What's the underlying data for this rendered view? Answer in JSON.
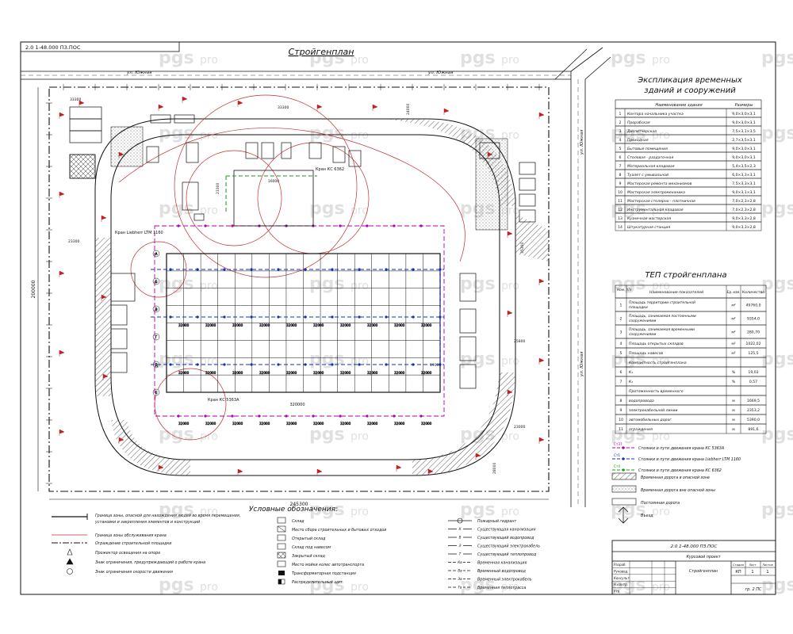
{
  "header": {
    "stamp": "2.0 1-48.000 ПЗ.ПОС",
    "title": "Стройгенплан"
  },
  "watermark": {
    "brand": "pgs",
    "suffix": "pro"
  },
  "streets": {
    "top": "ул. Южная",
    "right": "ул. Южная"
  },
  "explication": {
    "title_line1": "Экспликация временных",
    "title_line2": "зданий и сооружений",
    "col_name": "Наименование здания",
    "col_size": "Размеры",
    "rows": [
      {
        "n": "1",
        "name": "Контора начальника участка",
        "size": "9,0×3,0×3,1"
      },
      {
        "n": "2",
        "name": "Прорабская",
        "size": "9,0×3,0×3,1"
      },
      {
        "n": "3",
        "name": "Диспетчерская",
        "size": "7,5×3,1×3,5"
      },
      {
        "n": "4",
        "name": "Проходная",
        "size": "2,7×3,5×3,1"
      },
      {
        "n": "5",
        "name": "Бытовые помещения",
        "size": "9,0×3,0×3,1"
      },
      {
        "n": "6",
        "name": "Столовая - раздаточная",
        "size": "9,0×3,0×3,1"
      },
      {
        "n": "7",
        "name": "Материальная кладовая",
        "size": "5,4×3,5×2,3"
      },
      {
        "n": "8",
        "name": "Туалет с умывальной",
        "size": "6,0×3,3×3,1"
      },
      {
        "n": "9",
        "name": "Мастерская ремонта механизмов",
        "size": "7,5×3,3×3,1"
      },
      {
        "n": "10",
        "name": "Мастерская электромеханика",
        "size": "9,0×3,1×3,1"
      },
      {
        "n": "11",
        "name": "Мастерская столярно - плотничная",
        "size": "7,0×2,3×2,8"
      },
      {
        "n": "12",
        "name": "Инструментальная кладовая",
        "size": "7,0×2,3×2,8"
      },
      {
        "n": "13",
        "name": "Кузнечная мастерская",
        "size": "9,0×3,3×2,8"
      },
      {
        "n": "14",
        "name": "Штукатурная станция",
        "size": "9,0×3,3×2,8"
      }
    ]
  },
  "tep": {
    "title": "ТЕП стройгенплана",
    "col_num": "Ном. п/п",
    "col_name": "Наименование показателей",
    "col_unit": "Ед. изм.",
    "col_qty": "Количество",
    "rows": [
      {
        "n": "1",
        "name": "Площадь территории строительной площадки",
        "unit": "м²",
        "qty": "49760,0"
      },
      {
        "n": "2",
        "name": "Площадь, занимаемая постоянными сооружениями",
        "unit": "м²",
        "qty": "9354,0"
      },
      {
        "n": "3",
        "name": "Площадь, занимаемая временными сооружениями",
        "unit": "м²",
        "qty": "280,70"
      },
      {
        "n": "4",
        "name": "Площадь открытых складов",
        "unit": "м²",
        "qty": "1022,02"
      },
      {
        "n": "5",
        "name": "Площадь навесов",
        "unit": "м²",
        "qty": "125,5"
      },
      {
        "n": "",
        "name": "Компактность стройгенплана",
        "unit": "",
        "qty": ""
      },
      {
        "n": "6",
        "name": "К₁",
        "unit": "%",
        "qty": "19,03"
      },
      {
        "n": "7",
        "name": "К₂",
        "unit": "%",
        "qty": "0,57"
      },
      {
        "n": "",
        "name": "Протяженность временного",
        "unit": "",
        "qty": ""
      },
      {
        "n": "8",
        "name": "водопровода",
        "unit": "м",
        "qty": "1669,5"
      },
      {
        "n": "9",
        "name": "электрокабельной линии",
        "unit": "м",
        "qty": "2353,2"
      },
      {
        "n": "10",
        "name": "автомобильных дорог",
        "unit": "м",
        "qty": "5390,0"
      },
      {
        "n": "11",
        "name": "ограждения",
        "unit": "м",
        "qty": "891,6"
      }
    ]
  },
  "crane_legend": [
    {
      "code": "Ст37",
      "text": "Стоянки и пути движения крана КС 5363А",
      "color": "#b000b0"
    },
    {
      "code": "Ст1",
      "text": "Стоянки и пути движения крана Liebherr LTM 1160",
      "color": "#1030c0"
    },
    {
      "code": "Ст4",
      "text": "Стоянки и пути движения крана КС 6362",
      "color": "#10a010"
    }
  ],
  "road_legend": [
    {
      "text": "Временная дорога в опасной зоне"
    },
    {
      "text": "Временная дорога вне опасной зоны"
    },
    {
      "text": "Постоянная дорога"
    },
    {
      "text": "Въезд"
    }
  ],
  "legend": {
    "title": "Условные обозначения:",
    "col1": [
      "Граница зоны, опасной для нахождения людей во время перемещения, установки и закрепления элементов и конструкций",
      "Граница зоны обслуживания крана",
      "Ограждение строительной площадки",
      "Прожектор освещения на опоре",
      "Знак ограничения, предупреждающий о работе крана",
      "Знак ограничения скорости движения"
    ],
    "col2": [
      "Склад",
      "Место сбора строительных и бытовых отходов",
      "Открытый склад",
      "Склад под навесом",
      "Закрытый склад",
      "Место мойки колес автотранспорта",
      "Трансформаторная подстанция",
      "Распределительный щит"
    ],
    "col3": [
      "Пожарный гидрант",
      "Существующая канализация",
      "Существующий водопровод",
      "Существующий электрокабель",
      "Существующий теплопровод",
      "Временная канализация",
      "Временный водопровод",
      "Временный электрокабель",
      "Временная теплотрасса"
    ],
    "col3_marks": [
      "",
      "К",
      "В",
      "Э",
      "Т",
      "Кв",
      "Вв",
      "Эв",
      "Тв"
    ]
  },
  "plan_labels": {
    "crane1": "Кран КС 6362",
    "crane2": "Кран Liebherr LTM 1160",
    "crane3": "Кран КС 5363А",
    "dim_total_w": "245300",
    "dim_total_h": "200000",
    "dim_bay": "32000",
    "dim_building": "320000",
    "dim_a": "23300",
    "dim_b": "16000",
    "dim_c": "24000",
    "dim_d": "35300",
    "dim_e": "33300",
    "dim_f": "25800",
    "dim_g": "19300",
    "dim_h": "23000",
    "dim_i": "28000"
  },
  "title_block": {
    "code": "2.0 1-48.000 ПЗ.ПОС",
    "object": "Курсовой проект",
    "sheet_name": "Стройгенплан",
    "stage": "КП",
    "sheet": "1",
    "sheets": "1",
    "org": "гр. 2 ПС",
    "sign_rows": [
      "Разраб.",
      "Руковод.",
      "Консульт.",
      "Н.контр.",
      "Утв."
    ],
    "stage_head": "Стадия",
    "sheet_head": "Лист",
    "sheets_head": "Листов"
  }
}
